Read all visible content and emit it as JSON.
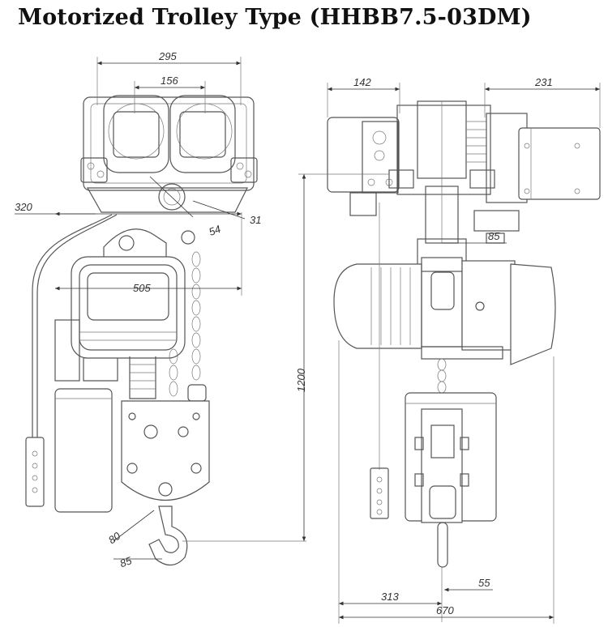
{
  "title": "Motorized Trolley Type (HHBB7.5-03DM)",
  "dimensions": {
    "d295": "295",
    "d156": "156",
    "d320": "320",
    "d31": "31",
    "d54": "54",
    "d505": "505",
    "d80": "80",
    "d85_hook": "85",
    "d142": "142",
    "d231": "231",
    "d85_side": "85",
    "d1200": "1200",
    "d313": "313",
    "d55": "55",
    "d670": "670"
  }
}
